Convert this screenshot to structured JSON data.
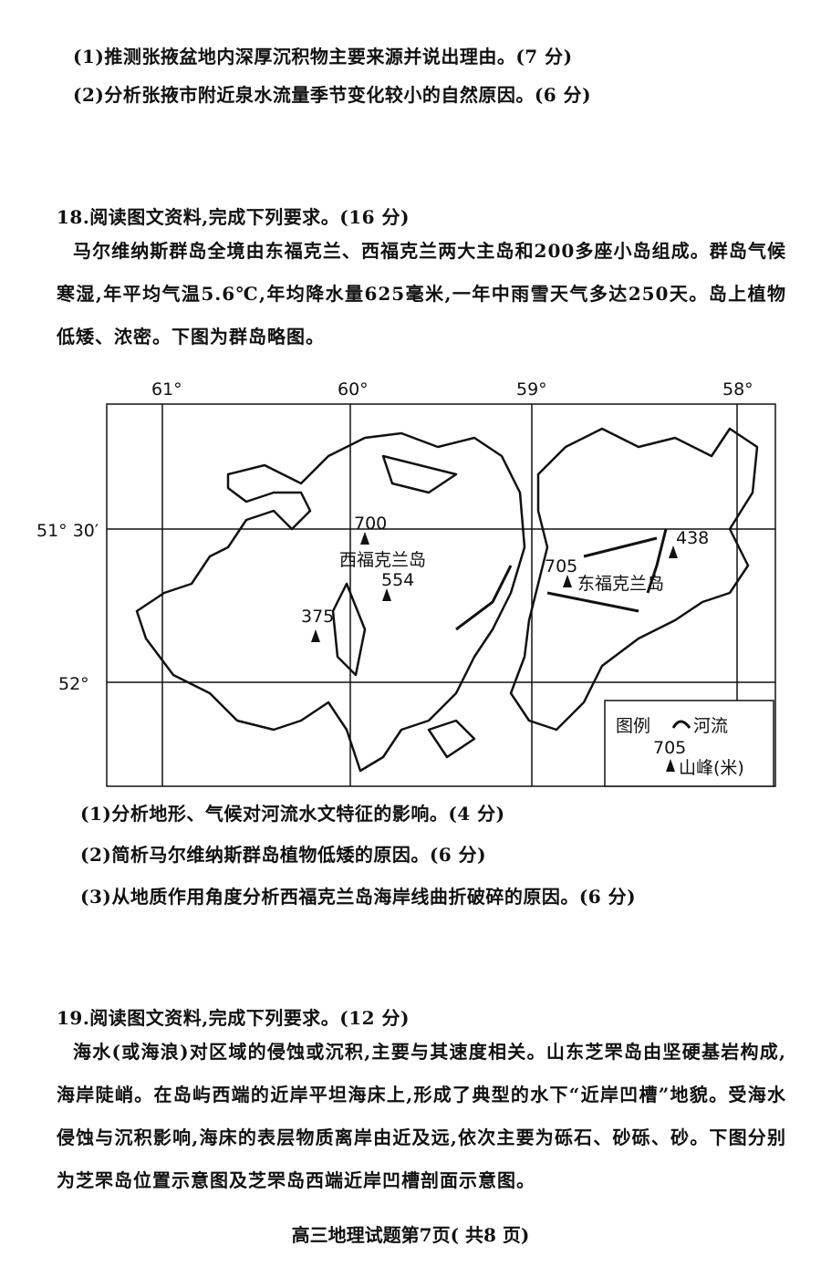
{
  "q17": {
    "sub1": "(1)推测张掖盆地内深厚沉积物主要来源并说出理由。(7 分)",
    "sub2": "(2)分析张掖市附近泉水流量季节变化较小的自然原因。(6 分)"
  },
  "q18": {
    "title": "18.阅读图文资料,完成下列要求。(16 分)",
    "paragraph": "马尔维纳斯群岛全境由东福克兰、西福克兰两大主岛和200多座小岛组成。群岛气候寒湿,年平均气温5.6℃,年均降水量625毫米,一年中雨雪天气多达250天。岛上植物低矮、浓密。下图为群岛略图。",
    "map": {
      "lon_labels": [
        "61°",
        "60°",
        "59°",
        "58°"
      ],
      "lat_labels": [
        "51° 30′",
        "52°"
      ],
      "islands": [
        "西福克兰岛",
        "东福克兰岛"
      ],
      "peaks": [
        "700",
        "554",
        "375",
        "705",
        "438"
      ],
      "legend": {
        "title": "图例",
        "river": "河流",
        "peak_sample": "705",
        "peak": "山峰(米)"
      }
    },
    "sub1": "(1)分析地形、气候对河流水文特征的影响。(4 分)",
    "sub2": "(2)简析马尔维纳斯群岛植物低矮的原因。(6 分)",
    "sub3": "(3)从地质作用角度分析西福克兰岛海岸线曲折破碎的原因。(6 分)"
  },
  "q19": {
    "title": "19.阅读图文资料,完成下列要求。(12 分)",
    "paragraph": "海水(或海浪)对区域的侵蚀或沉积,主要与其速度相关。山东芝罘岛由坚硬基岩构成,海岸陡峭。在岛屿西端的近岸平坦海床上,形成了典型的水下“近岸凹槽”地貌。受海水侵蚀与沉积影响,海床的表层物质离岸由近及远,依次主要为砾石、砂砾、砂。下图分别为芝罘岛位置示意图及芝罘岛西端近岸凹槽剖面示意图。"
  },
  "footer": "高三地理试题第7页( 共8 页)"
}
